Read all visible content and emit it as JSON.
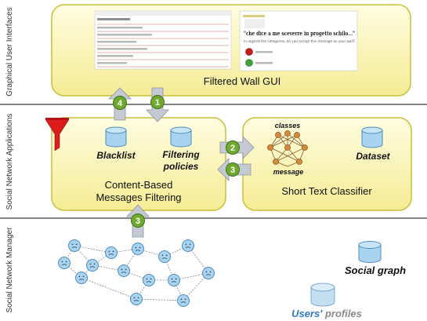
{
  "tiers": {
    "gui": "Graphical User Interfaces",
    "apps": "Social Network Applications",
    "manager": "Social Network Manager"
  },
  "gui_panel": {
    "title": "Filtered Wall GUI",
    "post_title": "\"che dice a me sceverre in progetto schilo...\"",
    "post_question": "in regards the categories, do you accept this message on your wall?"
  },
  "filtering_panel": {
    "title_line1": "Content-Based",
    "title_line2": "Messages Filtering",
    "blacklist": "Blacklist",
    "policies_line1": "Filtering",
    "policies_line2": "policies"
  },
  "classifier_panel": {
    "title": "Short Text Classifier",
    "classes": "classes",
    "message": "message",
    "dataset": "Dataset"
  },
  "manager": {
    "social_graph": "Social graph",
    "users_prefix": "Users'",
    "users_suffix": " profiles"
  },
  "steps": {
    "gui_to_filter": "1",
    "filter_to_classifier": "2",
    "classifier_to_filter": "3",
    "filter_to_gui": "4",
    "manager_to_filter": "3"
  },
  "colors": {
    "panel_fill": "#fbf6b2",
    "panel_stroke": "#c8c03a",
    "arrow_fill": "#c4c9d3",
    "badge_fill": "#6faa2e",
    "db_fill": "#a9d3ef",
    "db_stroke": "#4c8cbf",
    "funnel": "#dd1c1c",
    "node_fill": "#a9d3ef",
    "neuron": "#d38a3a",
    "users_accent": "#2f78c8"
  }
}
